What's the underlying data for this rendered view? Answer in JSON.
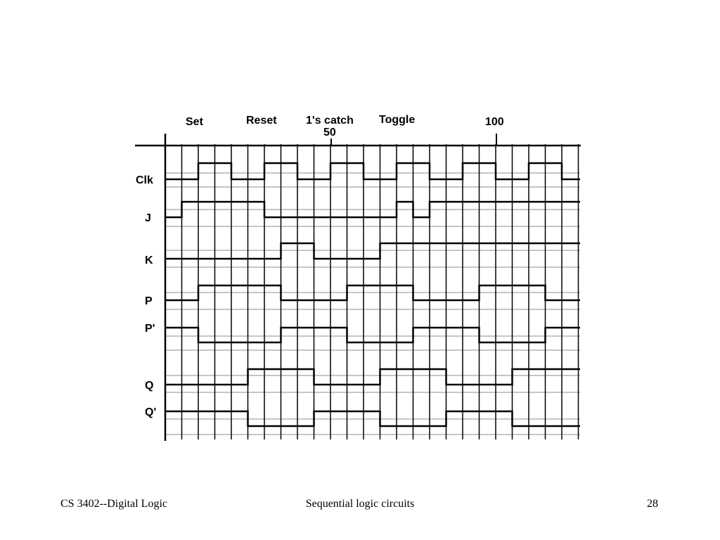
{
  "diagram": {
    "annotations": [
      {
        "key": "set",
        "label": "Set"
      },
      {
        "key": "reset",
        "label": "Reset"
      },
      {
        "key": "ones_catch",
        "label": "1's catch"
      },
      {
        "key": "toggle",
        "label": "Toggle"
      },
      {
        "key": "t100",
        "label": "100"
      },
      {
        "key": "t50",
        "label": "50"
      }
    ],
    "signals": [
      {
        "key": "clk",
        "label": "Clk",
        "levels": [
          0,
          0,
          1,
          1,
          0,
          0,
          1,
          1,
          0,
          0,
          1,
          1,
          0,
          0,
          1,
          1,
          0,
          0,
          1,
          1,
          0,
          0,
          1,
          1,
          0
        ]
      },
      {
        "key": "j",
        "label": "J",
        "levels": [
          0,
          1,
          1,
          1,
          1,
          1,
          0,
          0,
          0,
          0,
          0,
          0,
          0,
          0,
          1,
          0,
          1,
          1,
          1,
          1,
          1,
          1,
          1,
          1,
          1
        ]
      },
      {
        "key": "k",
        "label": "K",
        "levels": [
          0,
          0,
          0,
          0,
          0,
          0,
          0,
          1,
          1,
          0,
          0,
          0,
          0,
          1,
          1,
          1,
          1,
          1,
          1,
          1,
          1,
          1,
          1,
          1,
          1
        ]
      },
      {
        "key": "p",
        "label": "P",
        "levels": [
          0,
          0,
          1,
          1,
          1,
          1,
          1,
          0,
          0,
          0,
          0,
          1,
          1,
          1,
          1,
          0,
          0,
          0,
          0,
          1,
          1,
          1,
          1,
          0,
          0
        ]
      },
      {
        "key": "p_bar",
        "label": "P'",
        "levels": [
          1,
          1,
          0,
          0,
          0,
          0,
          0,
          1,
          1,
          1,
          1,
          0,
          0,
          0,
          0,
          1,
          1,
          1,
          1,
          0,
          0,
          0,
          0,
          1,
          1
        ]
      },
      {
        "key": "q",
        "label": "Q",
        "levels": [
          0,
          0,
          0,
          0,
          0,
          1,
          1,
          1,
          1,
          0,
          0,
          0,
          0,
          1,
          1,
          1,
          1,
          0,
          0,
          0,
          0,
          1,
          1,
          1,
          1
        ]
      },
      {
        "key": "q_bar",
        "label": "Q'",
        "levels": [
          1,
          1,
          1,
          1,
          1,
          0,
          0,
          0,
          0,
          1,
          1,
          1,
          1,
          0,
          0,
          0,
          0,
          1,
          1,
          1,
          1,
          0,
          0,
          0,
          0
        ]
      }
    ]
  },
  "footer": {
    "course": "CS 3402--Digital Logic",
    "topic": "Sequential logic circuits",
    "page": "28"
  }
}
